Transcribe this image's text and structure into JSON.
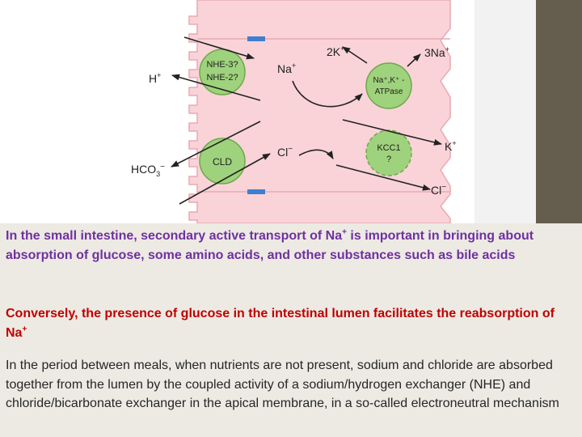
{
  "diagram": {
    "labels": {
      "h_plus": "H",
      "h_plus_sup": "+",
      "hco3": "HCO",
      "hco3_sub": "3",
      "hco3_sup": "−",
      "na_plus": "Na",
      "na_plus_sup": "+",
      "two_k": "2K",
      "two_k_sup": "+",
      "three_na": "3Na",
      "three_na_sup": "+",
      "cl_minus": "Cl",
      "cl_minus_sup": "−",
      "k_plus": "K",
      "k_plus_sup": "+",
      "cl_out": "Cl",
      "cl_out_sup": "−"
    },
    "transporters": {
      "nhe_line1": "NHE-3?",
      "nhe_line2": "NHE-2?",
      "cld": "CLD",
      "atpase_line1": "Na⁺,K⁺ -",
      "atpase_line2": "ATPase",
      "kcc1_line1": "KCC1",
      "kcc1_line2": "?"
    },
    "colors": {
      "cell": "#f9d3d8",
      "cell_stroke": "#e9a9b3",
      "transporter": "#9fd27c",
      "transporter_stroke": "#6fa84b",
      "tight_junction": "#3f7fd0",
      "arrow": "#222222"
    }
  },
  "text": {
    "p1_a": "In the small intestine, secondary active transport of Na",
    "p1_sup": "+",
    "p1_b": " is important in bringing about absorption of glucose, some amino acids, and other substances such as bile acids",
    "p2_a": "Conversely, the presence of glucose in the intestinal lumen facilitates the reabsorption of Na",
    "p2_sup": "+",
    "p3": "In the period between meals, when nutrients are not present, sodium and chloride are absorbed together from the lumen by the coupled activity of a sodium/hydrogen exchanger (NHE) and chloride/bicarbonate exchanger in the apical membrane, in a so-called electroneutral mechanism",
    "colors": {
      "p1": "#7030a0",
      "p2": "#c00000",
      "p3": "#262626",
      "background": "#eceae3"
    }
  }
}
